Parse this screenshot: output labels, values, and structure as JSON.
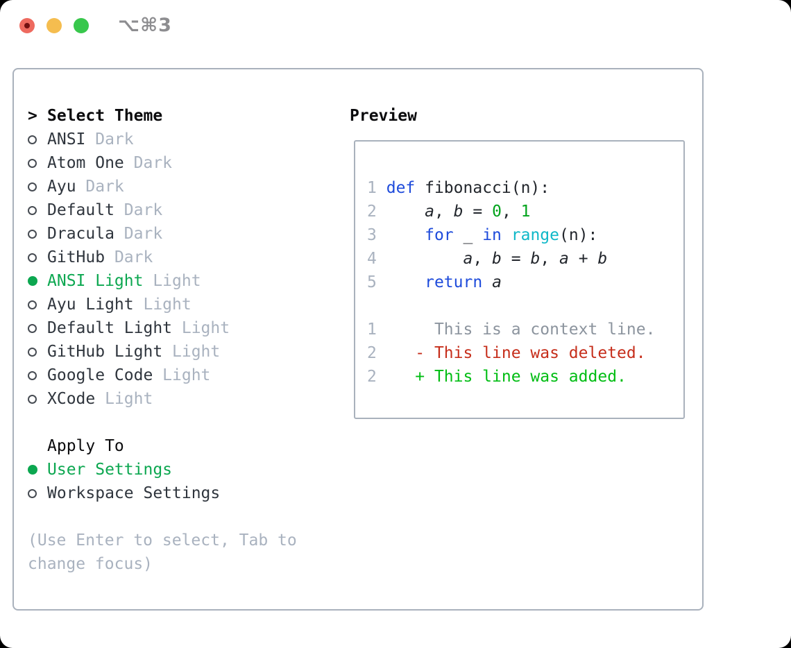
{
  "window": {
    "shortcut_label": "⌥⌘3"
  },
  "colors": {
    "accent_green": "#0ca750",
    "keyword_blue": "#1e4bdb",
    "function_cyan": "#0fb8c8",
    "number_green": "#00a31c",
    "added_green": "#00bd13",
    "deleted_red": "#c62e1b",
    "context_gray": "#8c949e",
    "muted_gray": "#a9b2bf",
    "text_dark": "#2f353d",
    "code_fg": "#22262c",
    "heading_black": "#0b0b0d",
    "border_gray": "#a9b1bc",
    "radio_ring": "#464b52",
    "traffic_red": "#ee6a5f",
    "traffic_red_dot": "#731010",
    "traffic_yellow": "#f5bd4f",
    "traffic_green": "#38c74c",
    "shortcut_gray": "#8d8d90"
  },
  "theme_panel": {
    "title_prefix": ">",
    "title": "Select Theme",
    "items": [
      {
        "name": "ANSI",
        "tag": "Dark",
        "selected": false
      },
      {
        "name": "Atom One",
        "tag": "Dark",
        "selected": false
      },
      {
        "name": "Ayu",
        "tag": "Dark",
        "selected": false
      },
      {
        "name": "Default",
        "tag": "Dark",
        "selected": false
      },
      {
        "name": "Dracula",
        "tag": "Dark",
        "selected": false
      },
      {
        "name": "GitHub",
        "tag": "Dark",
        "selected": false
      },
      {
        "name": "ANSI Light",
        "tag": "Light",
        "selected": true
      },
      {
        "name": "Ayu Light",
        "tag": "Light",
        "selected": false
      },
      {
        "name": "Default Light",
        "tag": "Light",
        "selected": false
      },
      {
        "name": "GitHub Light",
        "tag": "Light",
        "selected": false
      },
      {
        "name": "Google Code",
        "tag": "Light",
        "selected": false
      },
      {
        "name": "XCode",
        "tag": "Light",
        "selected": false
      }
    ]
  },
  "apply_panel": {
    "title": "Apply To",
    "items": [
      {
        "label": "User Settings",
        "selected": true
      },
      {
        "label": "Workspace Settings",
        "selected": false
      }
    ]
  },
  "hint": {
    "line1": "(Use Enter to select, Tab to",
    "line2": "change focus)"
  },
  "preview": {
    "title": "Preview",
    "lines": [
      {
        "num": "1",
        "tokens": [
          {
            "text": " ",
            "type": "fg"
          },
          {
            "text": "def",
            "type": "kw"
          },
          {
            "text": " fibonacci(n):",
            "type": "fg"
          }
        ]
      },
      {
        "num": "2",
        "tokens": [
          {
            "text": "     ",
            "type": "fg"
          },
          {
            "text": "a",
            "type": "var"
          },
          {
            "text": ", ",
            "type": "fg"
          },
          {
            "text": "b",
            "type": "var"
          },
          {
            "text": " = ",
            "type": "fg"
          },
          {
            "text": "0",
            "type": "num"
          },
          {
            "text": ", ",
            "type": "fg"
          },
          {
            "text": "1",
            "type": "num"
          }
        ]
      },
      {
        "num": "3",
        "tokens": [
          {
            "text": "     ",
            "type": "fg"
          },
          {
            "text": "for",
            "type": "kw"
          },
          {
            "text": " _ ",
            "type": "fg"
          },
          {
            "text": "in",
            "type": "kw"
          },
          {
            "text": " ",
            "type": "fg"
          },
          {
            "text": "range",
            "type": "fn"
          },
          {
            "text": "(n):",
            "type": "fg"
          }
        ]
      },
      {
        "num": "4",
        "tokens": [
          {
            "text": "         ",
            "type": "fg"
          },
          {
            "text": "a",
            "type": "var"
          },
          {
            "text": ", ",
            "type": "fg"
          },
          {
            "text": "b",
            "type": "var"
          },
          {
            "text": " = ",
            "type": "fg"
          },
          {
            "text": "b",
            "type": "var"
          },
          {
            "text": ", ",
            "type": "fg"
          },
          {
            "text": "a",
            "type": "var"
          },
          {
            "text": " + ",
            "type": "fg"
          },
          {
            "text": "b",
            "type": "var"
          }
        ]
      },
      {
        "num": "5",
        "tokens": [
          {
            "text": "     ",
            "type": "fg"
          },
          {
            "text": "return",
            "type": "kw"
          },
          {
            "text": " ",
            "type": "fg"
          },
          {
            "text": "a",
            "type": "var"
          }
        ]
      },
      {
        "num": "",
        "tokens": []
      },
      {
        "num": "1",
        "tokens": [
          {
            "text": "      This is a context line.",
            "type": "ctx"
          }
        ]
      },
      {
        "num": "2",
        "tokens": [
          {
            "text": "    ",
            "type": "fg"
          },
          {
            "text": "- This line was deleted.",
            "type": "del"
          }
        ]
      },
      {
        "num": "2",
        "tokens": [
          {
            "text": "    ",
            "type": "fg"
          },
          {
            "text": "+ This line was added.",
            "type": "add"
          }
        ]
      }
    ]
  }
}
